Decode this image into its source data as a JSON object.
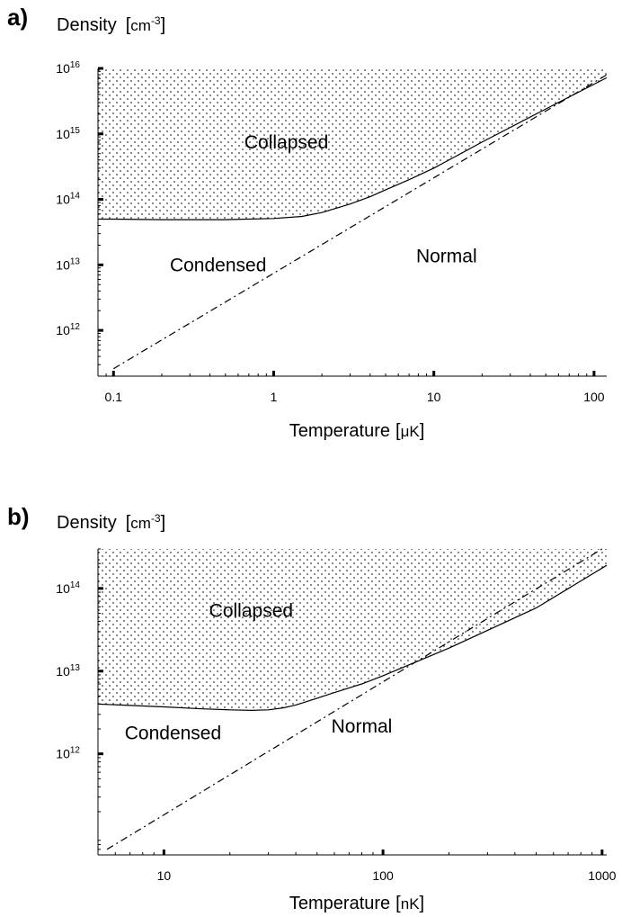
{
  "chart_data": [
    {
      "panel_label": "a)",
      "type": "line",
      "ylabel": "Density",
      "yunit_base": "cm",
      "yunit_exp": "-3",
      "xlabel": "Temperature",
      "xunit": "μK",
      "xscale": "log",
      "yscale": "log",
      "xlim": [
        0.08,
        120
      ],
      "ylim": [
        200000000000.0,
        1e+16
      ],
      "xticks": [
        {
          "value": 0.1,
          "label": "0.1"
        },
        {
          "value": 1,
          "label": "1"
        },
        {
          "value": 10,
          "label": "10"
        },
        {
          "value": 100,
          "label": "100"
        }
      ],
      "yticks": [
        {
          "value": 1000000000000.0,
          "base": "10",
          "exp": "12"
        },
        {
          "value": 10000000000000.0,
          "base": "10",
          "exp": "13"
        },
        {
          "value": 100000000000000.0,
          "base": "10",
          "exp": "14"
        },
        {
          "value": 1000000000000000.0,
          "base": "10",
          "exp": "15"
        },
        {
          "value": 1e+16,
          "base": "10",
          "exp": "16"
        }
      ],
      "series": [
        {
          "style": "solid",
          "x": [
            0.08,
            0.1,
            0.2,
            0.5,
            1,
            1.5,
            2,
            3,
            4,
            5,
            7,
            10,
            20,
            50,
            120
          ],
          "y": [
            50000000000000.0,
            50000000000000.0,
            49000000000000.0,
            49000000000000.0,
            51000000000000.0,
            55000000000000.0,
            63000000000000.0,
            85000000000000.0,
            110000000000000.0,
            140000000000000.0,
            200000000000000.0,
            300000000000000.0,
            750000000000000.0,
            2400000000000000.0,
            7200000000000000.0
          ]
        },
        {
          "style": "dashed",
          "x": [
            0.1,
            120
          ],
          "y": [
            260000000000.0,
            8000000000000000.0
          ]
        }
      ],
      "regions": [
        {
          "label": "Collapsed",
          "x": 1.2,
          "y": 600000000000000.0
        },
        {
          "label": "Condensed",
          "x": 0.45,
          "y": 8000000000000.0
        },
        {
          "label": "Normal",
          "x": 12,
          "y": 11000000000000.0
        }
      ]
    },
    {
      "panel_label": "b)",
      "type": "line",
      "ylabel": "Density",
      "yunit_base": "cm",
      "yunit_exp": "-3",
      "xlabel": "Temperature",
      "xunit": "nK",
      "xscale": "log",
      "yscale": "log",
      "xlim": [
        5,
        1050
      ],
      "ylim": [
        60000000000.0,
        300000000000000.0
      ],
      "xticks": [
        {
          "value": 10,
          "label": "10"
        },
        {
          "value": 100,
          "label": "100"
        },
        {
          "value": 1000,
          "label": "1000"
        }
      ],
      "yticks": [
        {
          "value": 1000000000000.0,
          "base": "10",
          "exp": "12"
        },
        {
          "value": 10000000000000.0,
          "base": "10",
          "exp": "13"
        },
        {
          "value": 100000000000000.0,
          "base": "10",
          "exp": "14"
        }
      ],
      "series": [
        {
          "style": "solid",
          "x": [
            5,
            10,
            15,
            20,
            25,
            30,
            35,
            40,
            50,
            60,
            80,
            100,
            200,
            500,
            1050
          ],
          "y": [
            4000000000000.0,
            3700000000000.0,
            3500000000000.0,
            3400000000000.0,
            3350000000000.0,
            3400000000000.0,
            3600000000000.0,
            3900000000000.0,
            4700000000000.0,
            5500000000000.0,
            7000000000000.0,
            8800000000000.0,
            19000000000000.0,
            58000000000000.0,
            190000000000000.0
          ]
        },
        {
          "style": "dashed",
          "x": [
            5.5,
            1000
          ],
          "y": [
            70000000000.0,
            300000000000000.0
          ]
        }
      ],
      "regions": [
        {
          "label": "Collapsed",
          "x": 25,
          "y": 45000000000000.0
        },
        {
          "label": "Condensed",
          "x": 11,
          "y": 1500000000000.0
        },
        {
          "label": "Normal",
          "x": 80,
          "y": 1800000000000.0
        }
      ]
    }
  ]
}
